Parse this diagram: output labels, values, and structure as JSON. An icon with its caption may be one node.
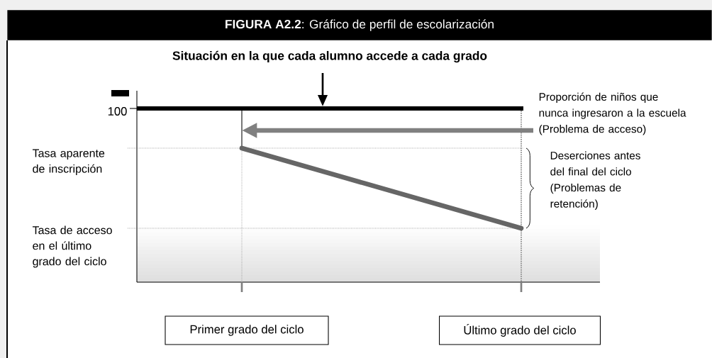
{
  "diagram": {
    "title": "**FIGURA A2.2**: Gráfico de perfil de escolarización",
    "nodes": [
      {
        "text": [
          "Primer grado del ciclo"
        ]
      },
      {
        "text": [
          "Último grado del ciclo"
        ]
      }
    ],
    "labels": [
      "Situación en la que cada alumno accede a cada grado",
      "100",
      "Proporción de niños que nunca ingresaron a la escuela (Problema de acceso)",
      "Tasa aparente de inscripción",
      "Deserciones antes del final del ciclo (Problemas de retención)",
      "Tasa de acceso en el último grado del ciclo"
    ]
  }
}
